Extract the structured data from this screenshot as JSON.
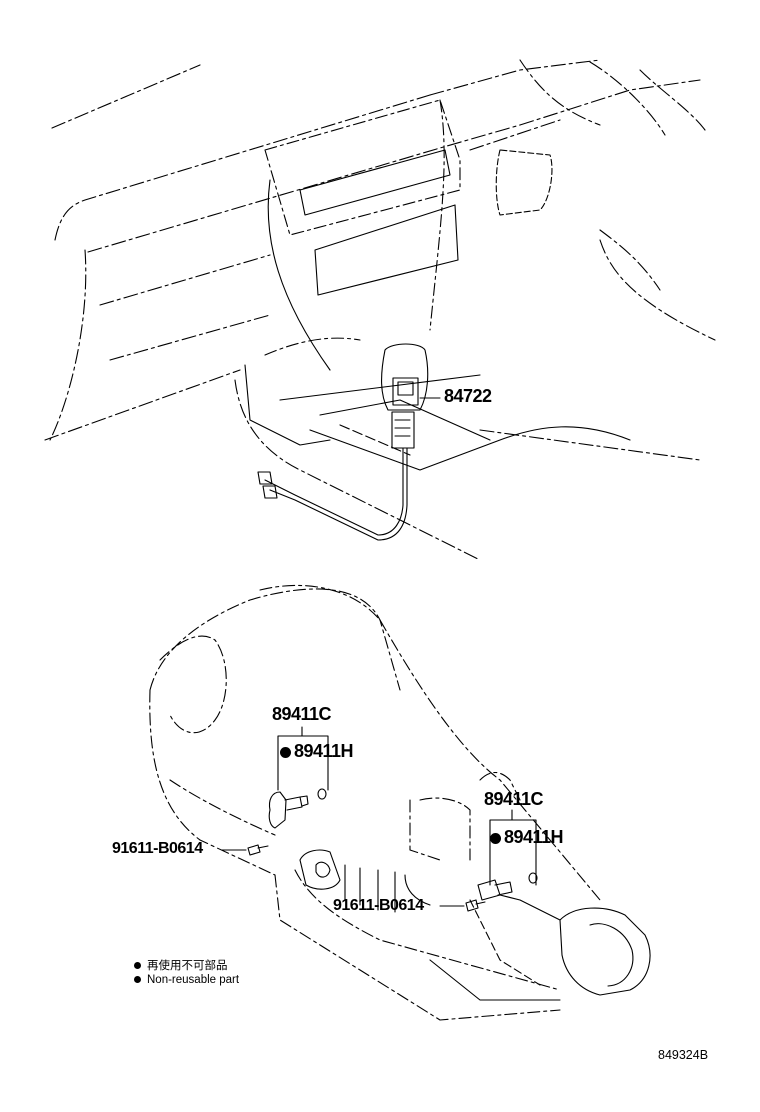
{
  "labels": {
    "shift_lock": "84722",
    "sensor_upper_assy": "89411C",
    "sensor_upper_part": "89411H",
    "bolt_upper": "91611-B0614",
    "sensor_lower_assy": "89411C",
    "sensor_lower_part": "89411H",
    "bolt_lower": "91611-B0614"
  },
  "legend": {
    "line1": "再使用不可部品",
    "line2": "Non-reusable part"
  },
  "figure_code": "849324B"
}
